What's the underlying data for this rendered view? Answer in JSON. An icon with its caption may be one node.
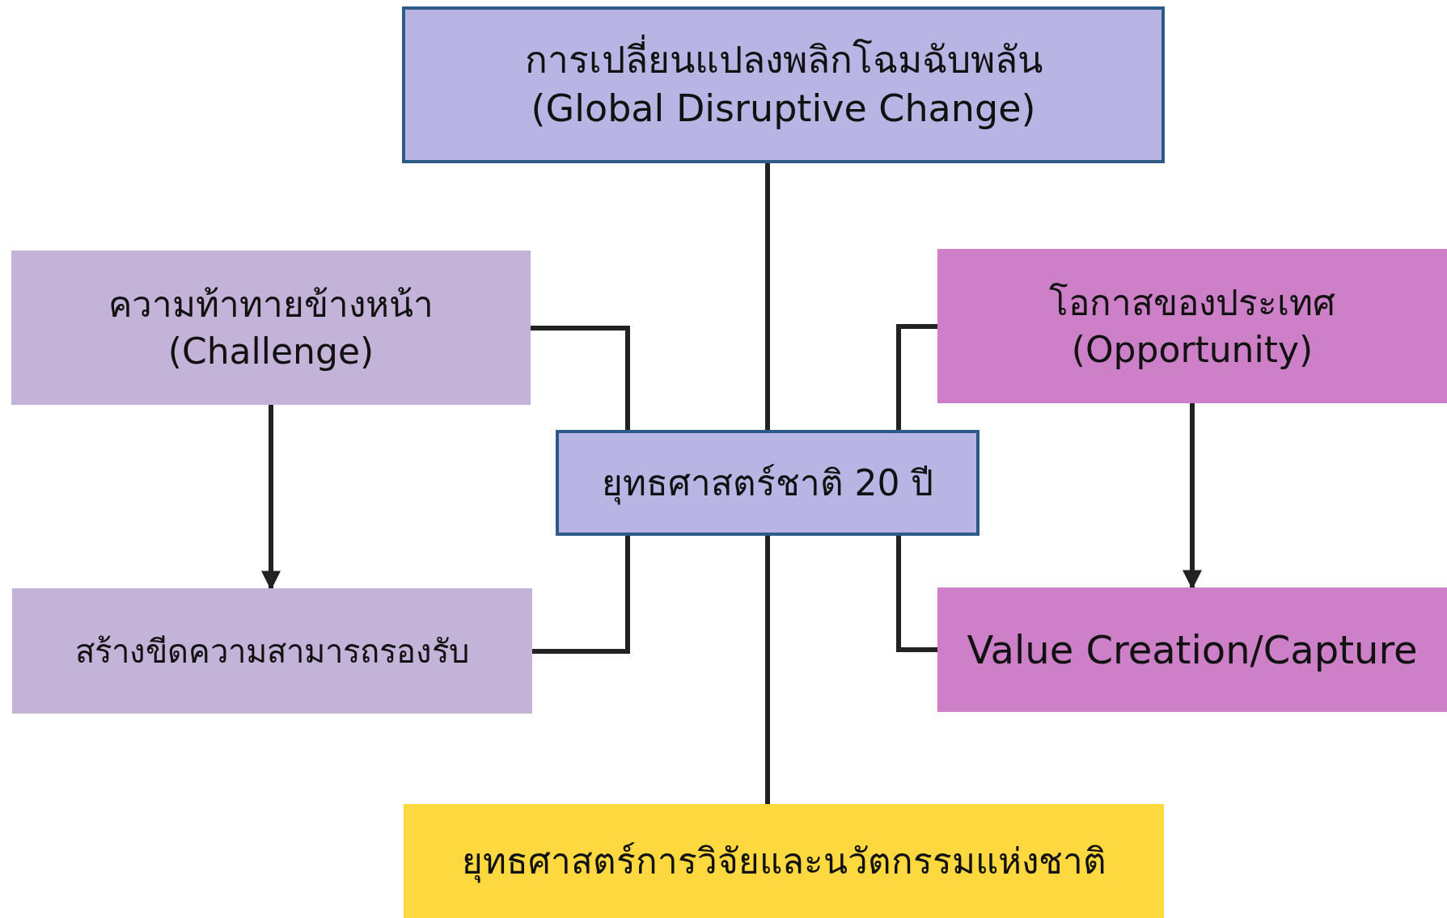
{
  "diagram": {
    "nodes": [
      {
        "text": [
          "การเปลี่ยนแปลงพลิกโฉมฉับพลัน",
          "(Global Disruptive Change)"
        ]
      },
      {
        "text": [
          "ความท้าทายข้างหน้า",
          "(Challenge)"
        ]
      },
      {
        "text": [
          "โอกาสของประเทศ",
          "(Opportunity)"
        ]
      },
      {
        "text": [
          "ยุทธศาสตร์ชาติ 20 ปี"
        ]
      },
      {
        "text": [
          "สร้างขีดความสามารถรองรับ"
        ]
      },
      {
        "text": [
          "Value Creation/Capture"
        ]
      },
      {
        "text": [
          "ยุทธศาสตร์การวิจัยและนวัตกรรมแห่งชาติ"
        ]
      }
    ],
    "edges": [
      {
        "from": 0,
        "to": 3,
        "arrow": "none"
      },
      {
        "from": 1,
        "to": 3,
        "arrow": "none"
      },
      {
        "from": 2,
        "to": 3,
        "arrow": "none"
      },
      {
        "from": 1,
        "to": 4,
        "arrow": "to"
      },
      {
        "from": 2,
        "to": 5,
        "arrow": "to"
      },
      {
        "from": 4,
        "to": 3,
        "arrow": "none"
      },
      {
        "from": 5,
        "to": 3,
        "arrow": "none"
      },
      {
        "from": 3,
        "to": 6,
        "arrow": "none"
      }
    ]
  }
}
